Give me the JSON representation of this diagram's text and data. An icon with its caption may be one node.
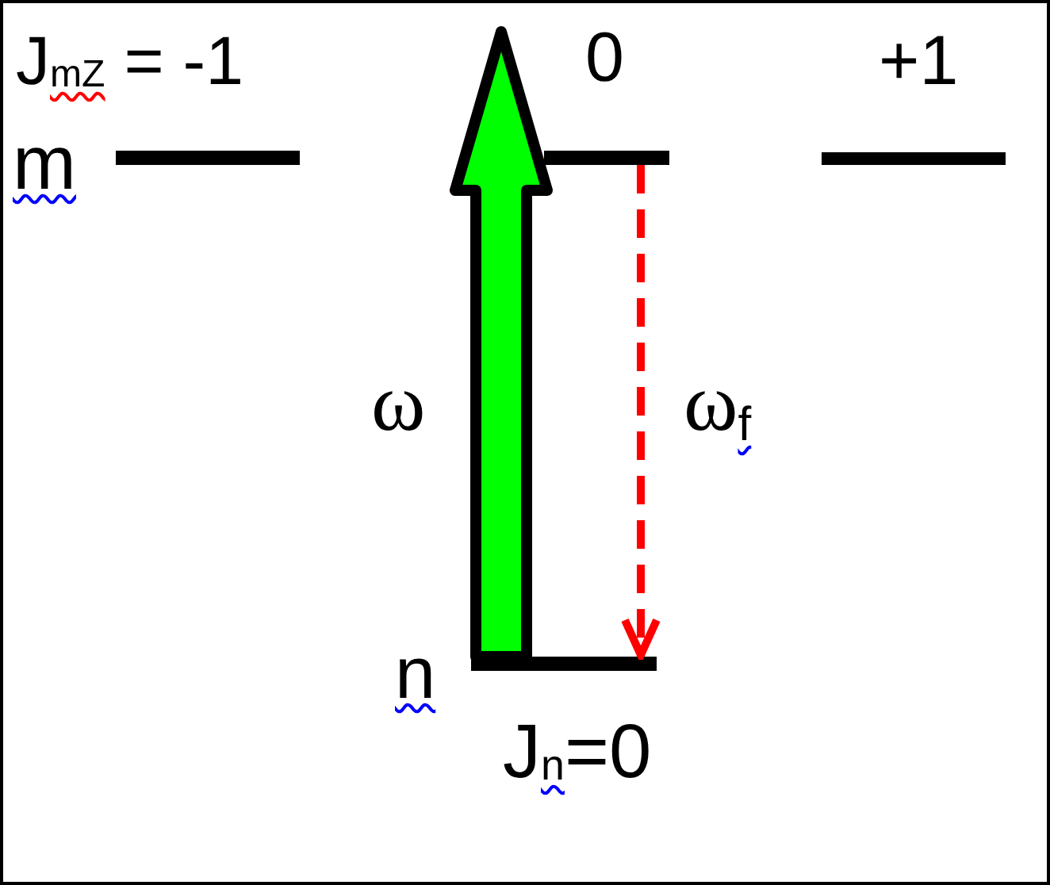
{
  "diagram": {
    "nodes": [
      {
        "text": [],
        "shape": "bar",
        "beside": [
          "m"
        ]
      },
      {
        "text": [],
        "shape": "bar"
      },
      {
        "text": [],
        "shape": "bar"
      },
      {
        "text": [],
        "shape": "bar",
        "beside": [
          "n",
          "J$_{n}$=0"
        ]
      }
    ],
    "edges": [
      {
        "from": 3,
        "to": null,
        "arrow": "to",
        "label": "ω",
        "style": "thick",
        "color": "#00ff00"
      },
      {
        "from": 1,
        "to": 3,
        "arrow": "to",
        "label": "ω$_{f}$",
        "style": "dashed",
        "color": "#ff0000"
      }
    ],
    "labels": [
      "J$_{mZ}$ = -1",
      "0",
      "+1"
    ]
  }
}
